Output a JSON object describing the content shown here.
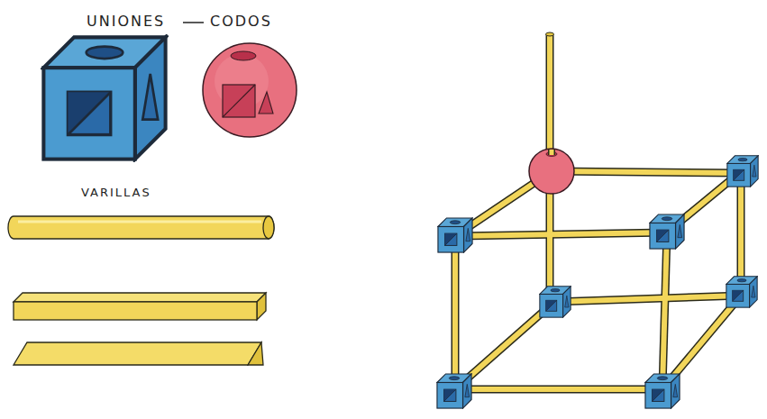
{
  "diagram": {
    "labels": [
      "UNIONES",
      "CODOS",
      "VARILLAS"
    ]
  }
}
